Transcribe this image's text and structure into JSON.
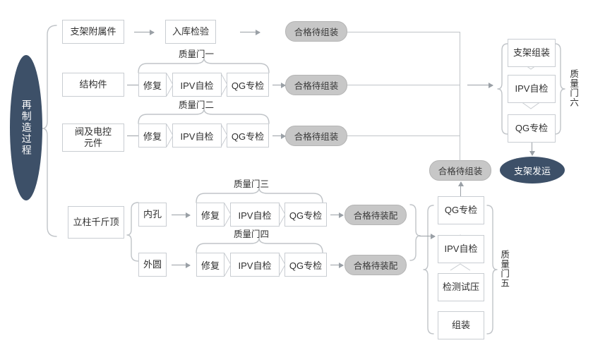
{
  "diagram": {
    "title_ellipse": "再制造过程",
    "final_ellipse": "支架发运",
    "rows": {
      "row1": {
        "source": "支架附属件",
        "inspect": "入库检验",
        "pill": "合格待组装"
      },
      "row2": {
        "source": "结构件",
        "gate_label": "质量门一",
        "steps": [
          "修复",
          "IPV自检",
          "QG专检"
        ],
        "pill": "合格待组装"
      },
      "row3": {
        "source": "阀及电控元件",
        "source_line1": "阀及电控",
        "source_line2": "元件",
        "gate_label": "质量门二",
        "steps": [
          "修复",
          "IPV自检",
          "QG专检"
        ],
        "pill": "合格待组装"
      },
      "row4": {
        "source": "立柱千斤顶",
        "branch_a": {
          "name": "内孔",
          "gate_label": "质量门三",
          "steps": [
            "修复",
            "IPV自检",
            "QG专检"
          ],
          "pill": "合格待装配"
        },
        "branch_b": {
          "name": "外圆",
          "gate_label": "质量门四",
          "steps": [
            "修复",
            "IPV自检",
            "QG专检"
          ],
          "pill": "合格待装配"
        }
      }
    },
    "gate5": {
      "label": "质量门五",
      "steps_bottom_to_top": [
        "组装",
        "检测试压",
        "IPV自检",
        "QG专检"
      ],
      "output_pill": "合格待组装"
    },
    "gate6": {
      "label": "质量门六",
      "steps": [
        "支架组装",
        "IPV自检",
        "QG专检"
      ]
    },
    "colors": {
      "navy": "#3d5068",
      "pill_gray": "#c7c7c7",
      "box_border": "#c9cdd2",
      "line_gray": "#c0c4c8",
      "arrow_gray": "#9aa0a6"
    }
  }
}
